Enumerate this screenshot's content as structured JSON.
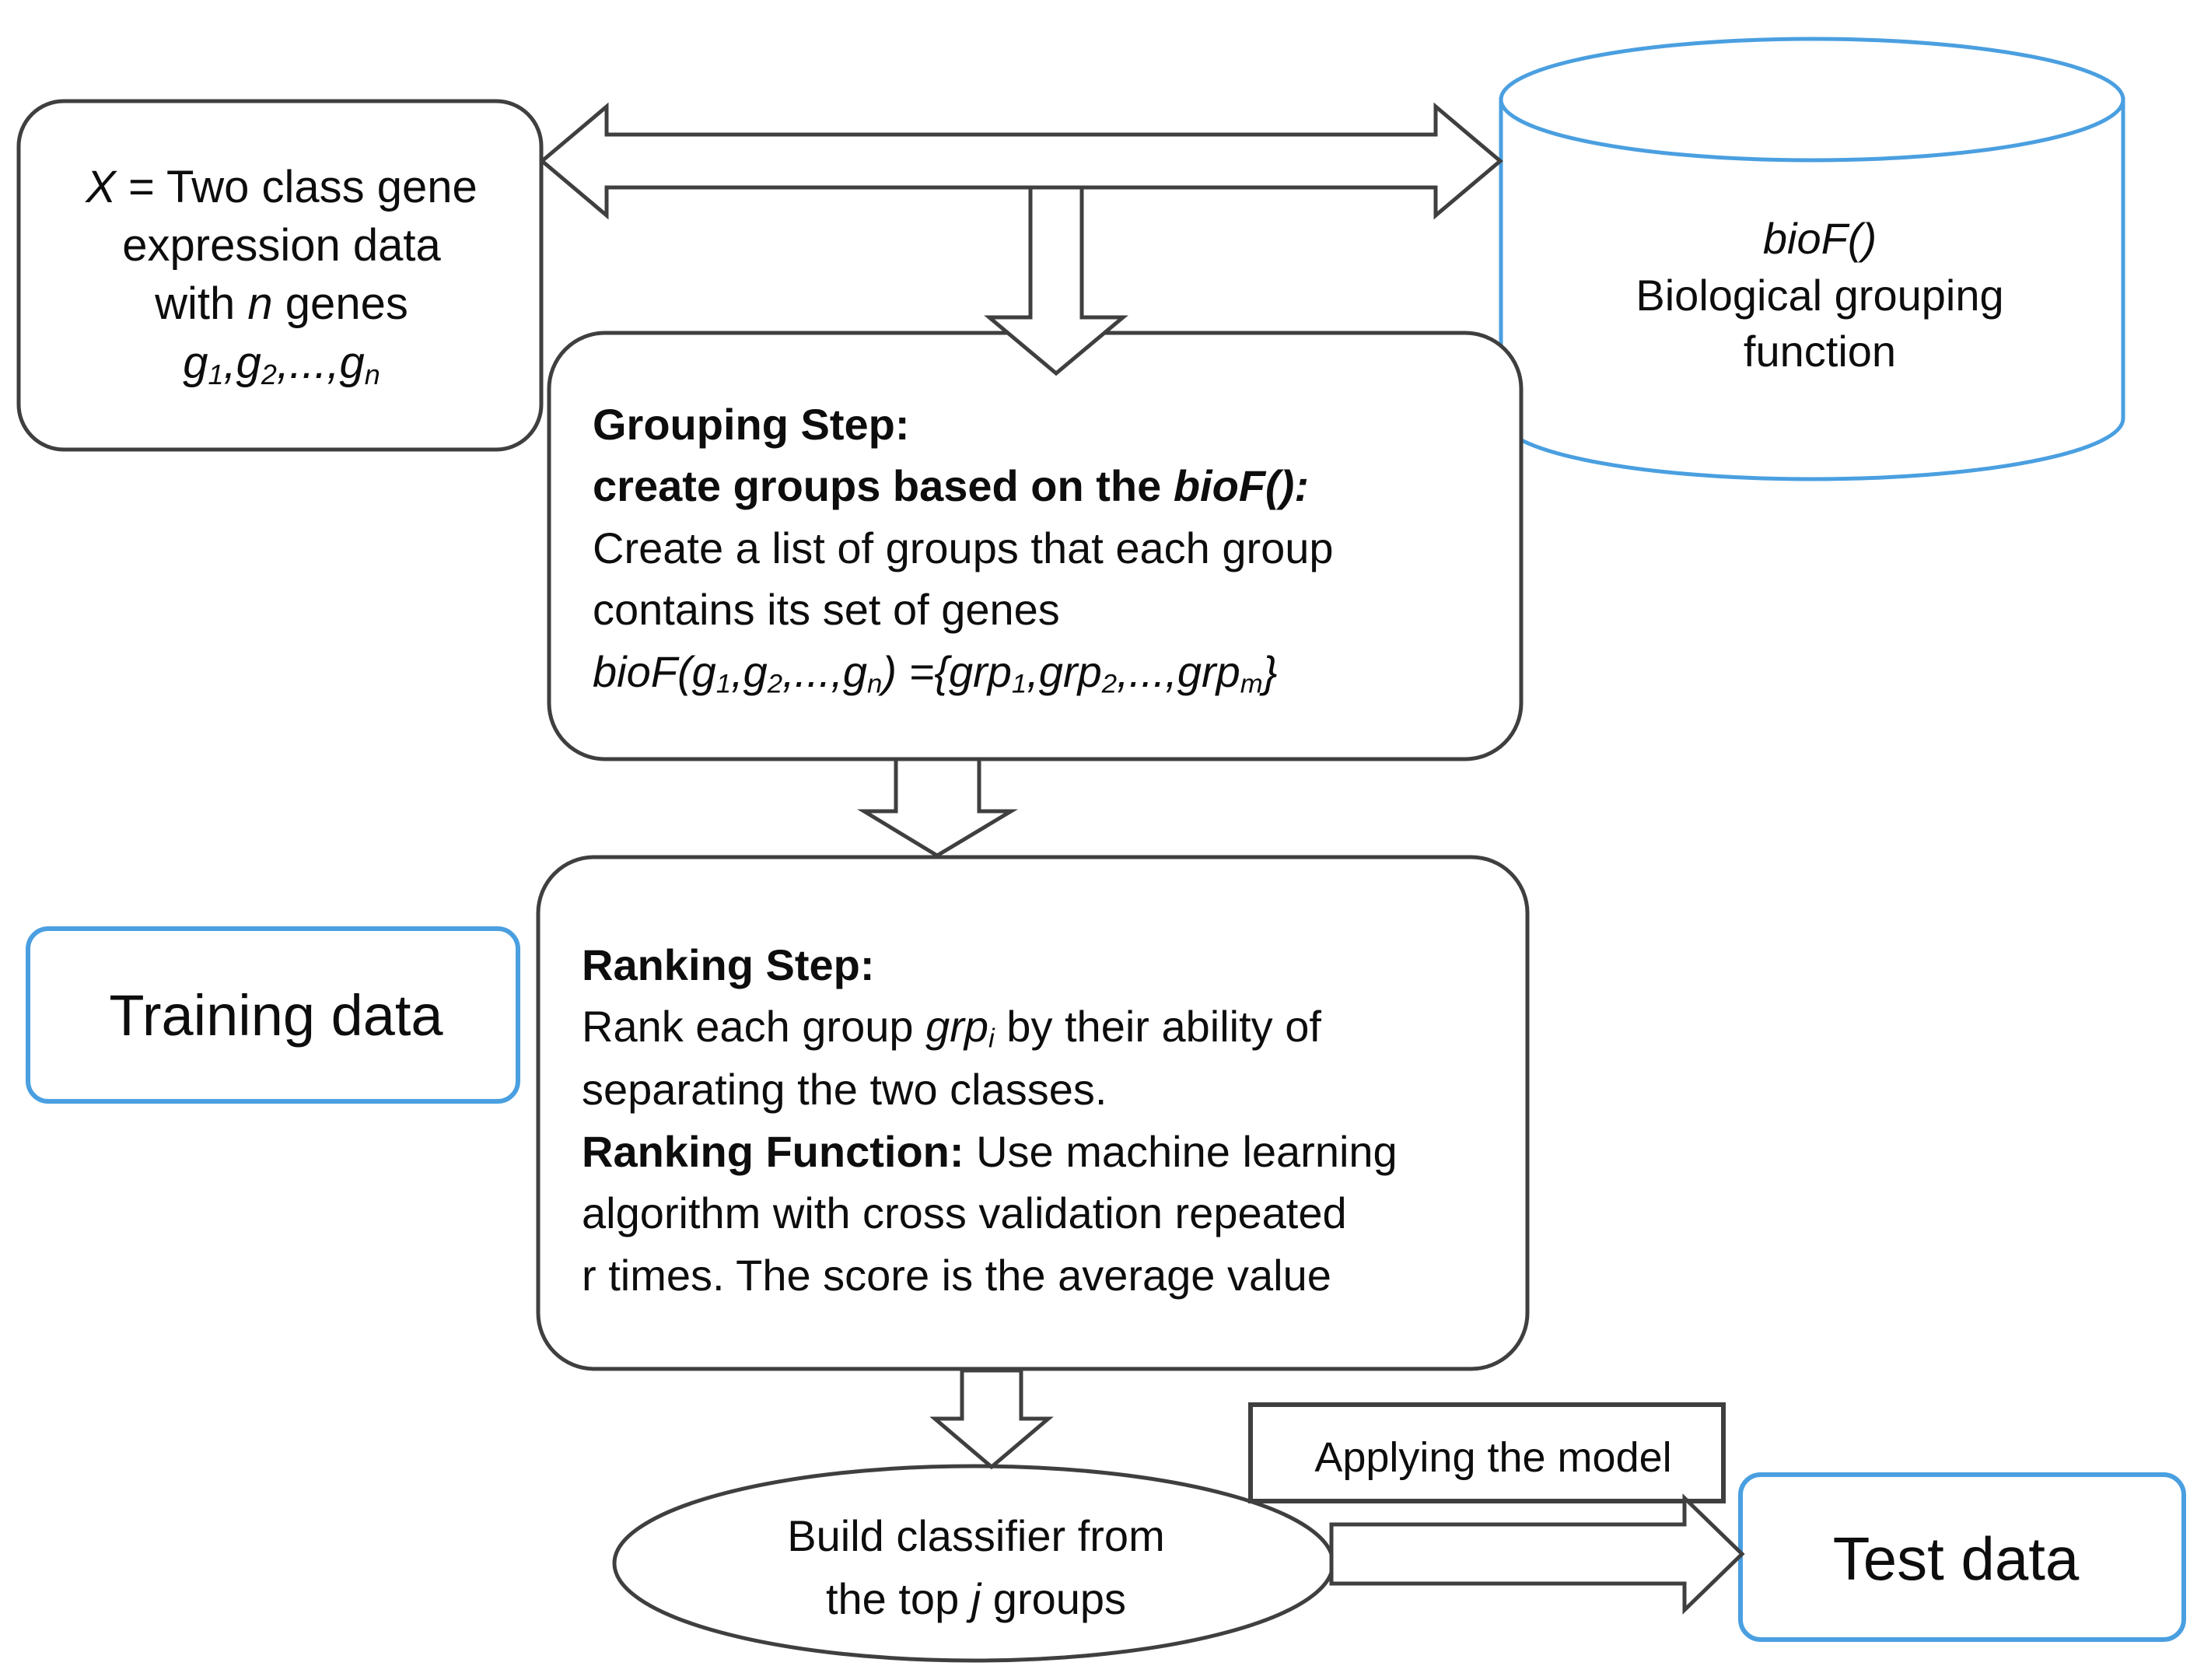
{
  "diagram": {
    "title": "Grouping and ranking based gene expression classification workflow",
    "colors": {
      "outline_dark": "#3f3f3f",
      "outline_blue": "#4a9fe0",
      "text": "#0d0d0d",
      "background": "#ffffff"
    },
    "nodes": {
      "input_data": {
        "name": "input-data-box",
        "shape": "rounded-rectangle",
        "lines": [
          "X = Two class gene",
          "expression data",
          "with  n genes",
          "g1,g2,...,gn"
        ],
        "line1_prefix": "X",
        "line1_rest": " = Two class gene",
        "line2": "expression data",
        "line3_a": "with ",
        "line3_var": "n",
        "line3_b": " genes",
        "genes_g": "g",
        "genes_sub1": "1",
        "genes_sep1": ",",
        "genes_sub2": "2",
        "genes_ellipsis": ",...,",
        "genes_subn": "n"
      },
      "bio_function_db": {
        "name": "biological-grouping-function-cylinder",
        "shape": "cylinder",
        "label_italic": "bioF()",
        "line2": "Biological grouping",
        "line3": "function"
      },
      "grouping_step": {
        "name": "grouping-step-box",
        "shape": "rounded-rectangle",
        "heading": "Grouping Step:",
        "subheading_a": "create groups based on the ",
        "subheading_italic": "bioF():",
        "body_line1": "Create a list of groups that each group",
        "body_line2": "contains its set of genes",
        "formula": {
          "bioF": "bioF(",
          "g": "g",
          "s1": "1",
          "c1": ",",
          "s2": "2",
          "ell": ",...,",
          "sn": "n",
          "close": ") ={",
          "grp": "grp",
          "gs1": "1",
          "gc1": ",",
          "gs2": "2",
          "gell": ",...,",
          "gsm": "m",
          "end": "}"
        }
      },
      "ranking_step": {
        "name": "ranking-step-box",
        "shape": "rounded-rectangle",
        "heading": "Ranking Step:",
        "line1_a": "Rank each group ",
        "line1_italic": "grp",
        "line1_sub": "i",
        "line1_b": " by their ability of",
        "line2": "separating the two classes.",
        "heading2": "Ranking Function:",
        "line3_b": " Use machine learning",
        "line4": "algorithm with cross validation  repeated",
        "line5": "r times. The score is the average value"
      },
      "training_data": {
        "name": "training-data-box",
        "shape": "rounded-rectangle",
        "label": "Training data"
      },
      "build_classifier": {
        "name": "build-classifier-ellipse",
        "shape": "ellipse",
        "line1": "Build classifier from",
        "line2_a": "the top ",
        "line2_italic": "j",
        "line2_b": " groups"
      },
      "applying_model": {
        "name": "applying-the-model-label-box",
        "shape": "rectangle",
        "label": "Applying the model"
      },
      "test_data": {
        "name": "test-data-box",
        "shape": "rounded-rectangle",
        "label": "Test data"
      }
    },
    "connectors": [
      {
        "name": "bidirectional-tee-arrow",
        "from": "input-data-box",
        "to": "biological-grouping-function-cylinder",
        "branch_to": "grouping-step-box",
        "style": "outlined-block-arrow",
        "direction": "both-plus-down"
      },
      {
        "name": "grouping-to-ranking-arrow",
        "from": "grouping-step-box",
        "to": "ranking-step-box",
        "style": "outlined-block-arrow",
        "direction": "down"
      },
      {
        "name": "ranking-to-classifier-arrow",
        "from": "ranking-step-box",
        "to": "build-classifier-ellipse",
        "style": "outlined-block-arrow",
        "direction": "down"
      },
      {
        "name": "classifier-to-test-data-arrow",
        "from": "build-classifier-ellipse",
        "to": "test-data-box",
        "style": "outlined-block-arrow",
        "direction": "right",
        "label": "Applying the model"
      }
    ]
  }
}
